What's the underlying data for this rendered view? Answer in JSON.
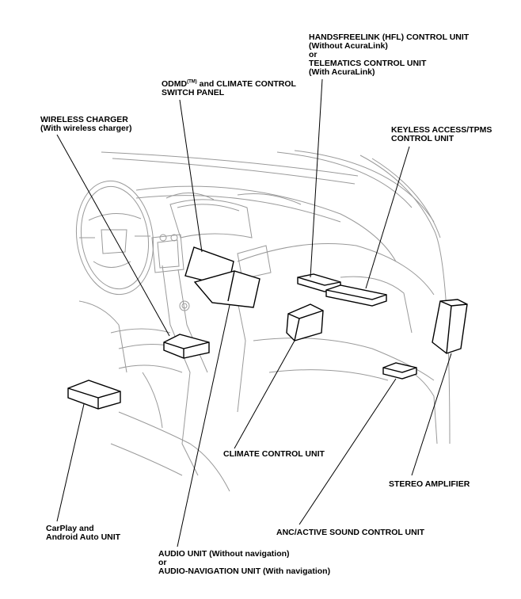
{
  "labels": {
    "hfl": {
      "line1": "HANDSFREELINK (HFL) CONTROL UNIT",
      "line2": "(Without AcuraLink)",
      "line3": "or",
      "line4": "TELEMATICS CONTROL UNIT",
      "line5": "(With AcuraLink)"
    },
    "odmd": {
      "line1_prefix": "ODMD",
      "line1_tm": "(TM)",
      "line1_suffix": " and CLIMATE CONTROL",
      "line2": "SWITCH PANEL"
    },
    "wireless_charger": {
      "line1": "WIRELESS CHARGER",
      "line2": "(With wireless charger)"
    },
    "keyless": {
      "line1": "KEYLESS ACCESS/TPMS",
      "line2": "CONTROL UNIT"
    },
    "climate_unit": {
      "line1": "CLIMATE CONTROL UNIT"
    },
    "stereo_amp": {
      "line1": "STEREO AMPLIFIER"
    },
    "carplay": {
      "line1": "CarPlay and",
      "line2": "Android Auto UNIT"
    },
    "anc": {
      "line1": "ANC/ACTIVE SOUND CONTROL UNIT"
    },
    "audio": {
      "line1": "AUDIO UNIT (Without navigation)",
      "line2": "or",
      "line3": "AUDIO-NAVIGATION UNIT (With navigation)"
    }
  }
}
